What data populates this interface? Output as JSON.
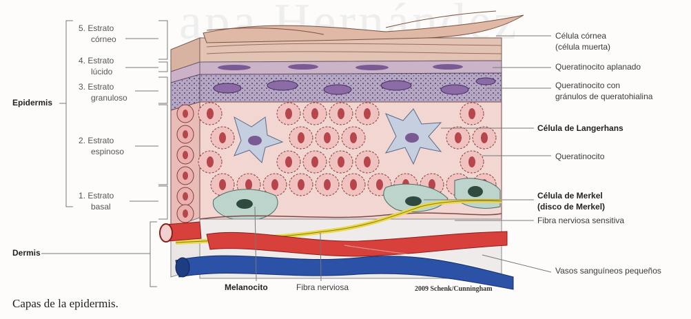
{
  "watermark": "apa Hernández",
  "left_labels": {
    "estrato_corneo": [
      "5. Estrato",
      "córneo"
    ],
    "estrato_lucido": [
      "4. Estrato",
      "lúcido"
    ],
    "estrato_granuloso": [
      "3. Estrato",
      "granuloso"
    ],
    "estrato_espinoso": [
      "2. Estrato",
      "espinoso"
    ],
    "estrato_basal": [
      "1. Estrato",
      "basal"
    ],
    "epidermis": "Epidermis",
    "dermis": "Dermis"
  },
  "right_labels": {
    "celula_cornea": [
      "Célula córnea",
      "(célula muerta)"
    ],
    "queratinocito_aplanado": "Queratinocito aplanado",
    "queratinocito_granulos": [
      "Queratinocito con",
      "gránulos de queratohialina"
    ],
    "celula_langerhans": "Célula de Langerhans",
    "queratinocito": "Queratinocito",
    "celula_merkel": [
      "Célula de Merkel",
      "(disco de Merkel)"
    ],
    "fibra_nerviosa_sensitiva": "Fibra nerviosa sensitiva",
    "vasos_sanguineos": "Vasos sanguíneos pequeños"
  },
  "bottom_labels": {
    "melanocito": "Melanocito",
    "fibra_nerviosa": "Fibra nerviosa"
  },
  "credit": "2009 Schenk/Cunningham",
  "caption": "Capas de la epidermis."
}
